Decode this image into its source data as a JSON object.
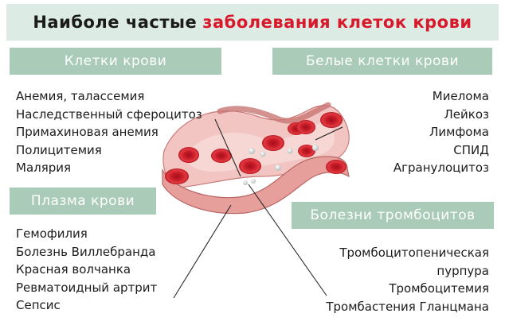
{
  "title": {
    "part1": "Наиболе частые",
    "part2": "заболевания клеток крови"
  },
  "sections": {
    "red_cells": {
      "header": "Клетки крови",
      "items": [
        "Анемия, таласcемия",
        "Наследственный сфероцитоз",
        "Примахиновая анемия",
        "Полицитемия",
        "Малярия"
      ]
    },
    "white_cells": {
      "header": "Белые клетки крови",
      "items": [
        "Миелома",
        "Лейкоз",
        "Лимфома",
        "СПИД",
        "Агранулоцитоз"
      ]
    },
    "plasma": {
      "header": "Плазма крови",
      "items": [
        "Гемофилия",
        "Болезнь Виллебранда",
        "Красная волчанка",
        "Ревматоидный артрит",
        "Сепсис"
      ]
    },
    "platelets": {
      "header": "Болезни тромбоцитов",
      "items": [
        "Тромбоцитопеническая",
        "пурпура",
        "Тромбоцитемия",
        "Тромбастения Гланцмана"
      ]
    }
  },
  "colors": {
    "title_accent": "#d7192b",
    "header_bg": "#a9cbb8",
    "title_bg": "#dcebe3",
    "vessel": "#e8a4a2",
    "red_cell": "#cf1e2a"
  },
  "illustration": "blood-vessel-illustration"
}
